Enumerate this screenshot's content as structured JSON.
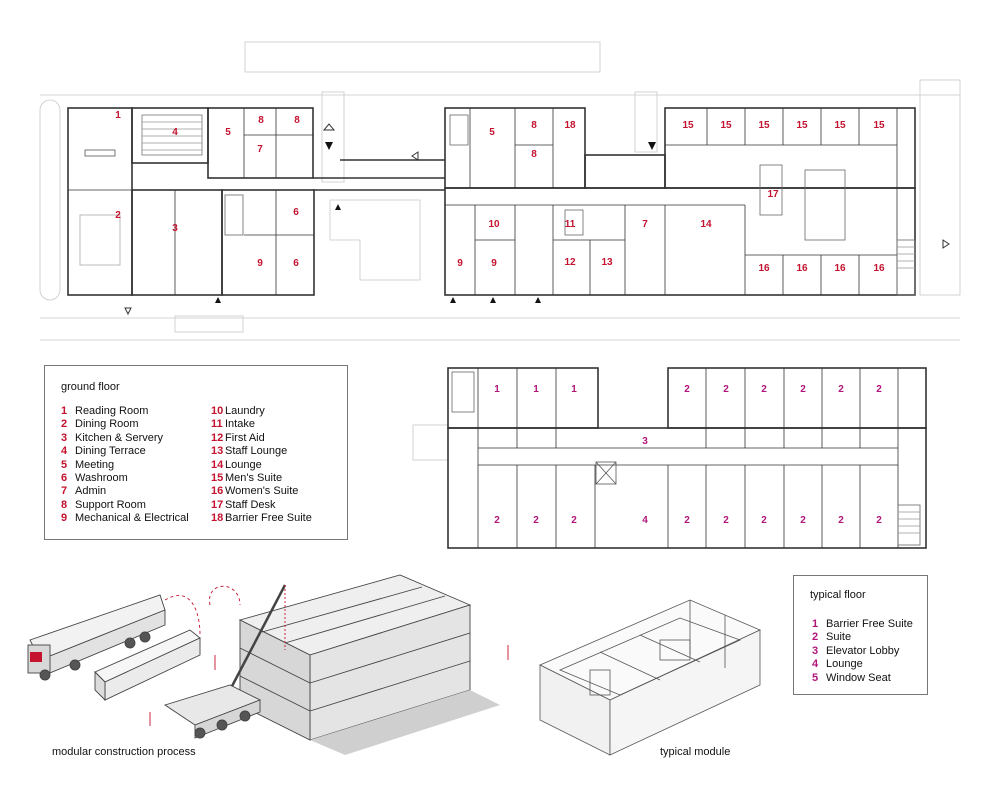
{
  "ground_floor": {
    "title": "ground floor",
    "legend_col1": [
      {
        "num": "1",
        "label": "Reading Room"
      },
      {
        "num": "2",
        "label": "Dining Room"
      },
      {
        "num": "3",
        "label": "Kitchen & Servery"
      },
      {
        "num": "4",
        "label": "Dining Terrace"
      },
      {
        "num": "5",
        "label": "Meeting"
      },
      {
        "num": "6",
        "label": "Washroom"
      },
      {
        "num": "7",
        "label": "Admin"
      },
      {
        "num": "8",
        "label": "Support Room"
      },
      {
        "num": "9",
        "label": "Mechanical & Electrical"
      }
    ],
    "legend_col2": [
      {
        "num": "10",
        "label": "Laundry"
      },
      {
        "num": "11",
        "label": "Intake"
      },
      {
        "num": "12",
        "label": "First Aid"
      },
      {
        "num": "13",
        "label": "Staff Lounge"
      },
      {
        "num": "14",
        "label": "Lounge"
      },
      {
        "num": "15",
        "label": "Men's Suite"
      },
      {
        "num": "16",
        "label": "Women's Suite"
      },
      {
        "num": "17",
        "label": "Staff Desk"
      },
      {
        "num": "18",
        "label": "Barrier Free Suite"
      }
    ],
    "room_tags": [
      "1",
      "4",
      "5",
      "8",
      "8",
      "7",
      "2",
      "3",
      "6",
      "9",
      "6",
      "5",
      "8",
      "18",
      "8",
      "10",
      "11",
      "7",
      "14",
      "12",
      "13",
      "9",
      "9",
      "15",
      "15",
      "15",
      "15",
      "15",
      "15",
      "17",
      "16",
      "16",
      "16",
      "16"
    ]
  },
  "typical_floor": {
    "title": "typical floor",
    "legend": [
      {
        "num": "1",
        "label": "Barrier Free Suite"
      },
      {
        "num": "2",
        "label": "Suite"
      },
      {
        "num": "3",
        "label": "Elevator Lobby"
      },
      {
        "num": "4",
        "label": "Lounge"
      },
      {
        "num": "5",
        "label": "Window Seat"
      }
    ],
    "room_tags": [
      "1",
      "1",
      "1",
      "2",
      "2",
      "2",
      "2",
      "2",
      "2",
      "3",
      "2",
      "2",
      "2",
      "4",
      "2",
      "2",
      "2",
      "2",
      "2",
      "2"
    ]
  },
  "captions": {
    "construction": "modular construction process",
    "module": "typical module"
  },
  "colors": {
    "ground_tag": "#c4122f",
    "typical_tag": "#b0157a",
    "line": "#333333",
    "light_line": "#bdbdbd"
  }
}
